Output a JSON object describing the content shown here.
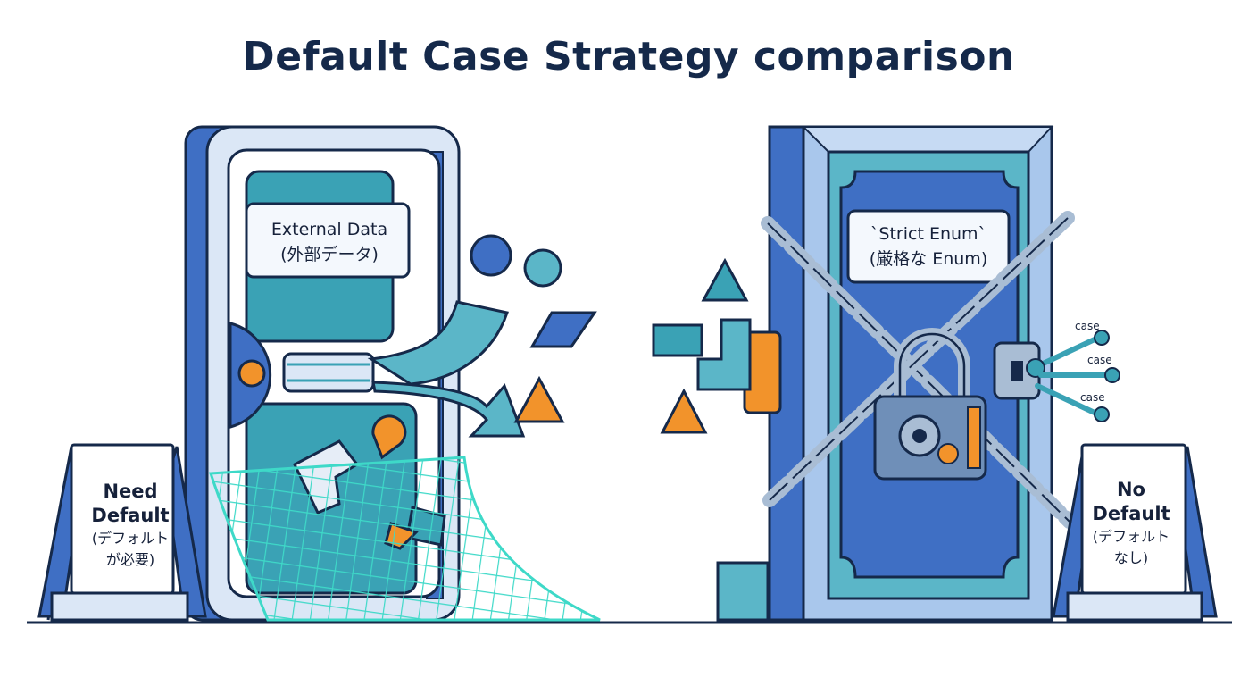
{
  "title": "Default Case Strategy comparison",
  "left_door": {
    "label_line1": "External Data",
    "label_line2": "(外部データ)"
  },
  "right_door": {
    "label_line1": "`Strict Enum`",
    "label_line2": "(厳格な Enum)"
  },
  "keys": [
    "case",
    "case",
    "case"
  ],
  "left_sign": {
    "line1": "Need",
    "line2": "Default",
    "line3": "(デフォルト",
    "line4": "が必要)"
  },
  "right_sign": {
    "line1": "No",
    "line2": "Default",
    "line3": "(デフォルト",
    "line4": "なし)"
  },
  "colors": {
    "navy": "#15294a",
    "blue": "#3f6fc4",
    "teal": "#3aa2b5",
    "net": "#3ed9c8",
    "orange": "#f2932b",
    "light_blue": "#dbe7f6"
  }
}
